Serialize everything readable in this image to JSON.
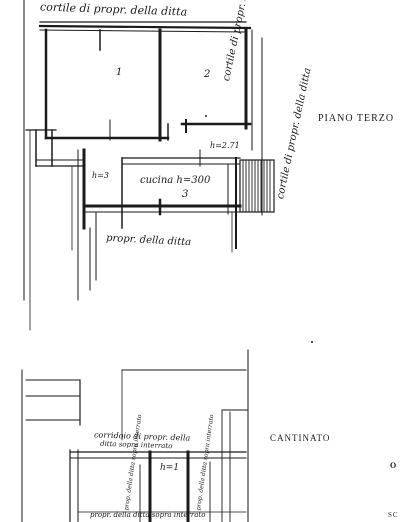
{
  "drawing": {
    "upper_plan": {
      "top_label": "cortile di propr. della ditta",
      "right_label_a": "cortile di propr. della ditta",
      "right_label_b": "cortile di propr. della ditta",
      "floor_label": "PIANO TERZO",
      "room_1": "1",
      "room_2": "2",
      "room_3": "3",
      "kitchen_label": "cucina h=300",
      "height_note_a": "h=2.71",
      "height_note_b": "h=3",
      "bottom_label": "propr. della ditta"
    },
    "lower_plan": {
      "floor_label": "CANTINATO",
      "corridor_label_a": "corridoio di propr. della",
      "corridor_label_b": "ditta sopra interrato",
      "cell_note": "h=1",
      "vertical_label_a": "prop. della ditta sopra interrato",
      "vertical_label_b": "prop. della ditta sopra interrato",
      "bottom_label": "propr. della ditta sopra interrato"
    },
    "edge_marks": {
      "mark_a": "O",
      "mark_b": "SC"
    }
  }
}
